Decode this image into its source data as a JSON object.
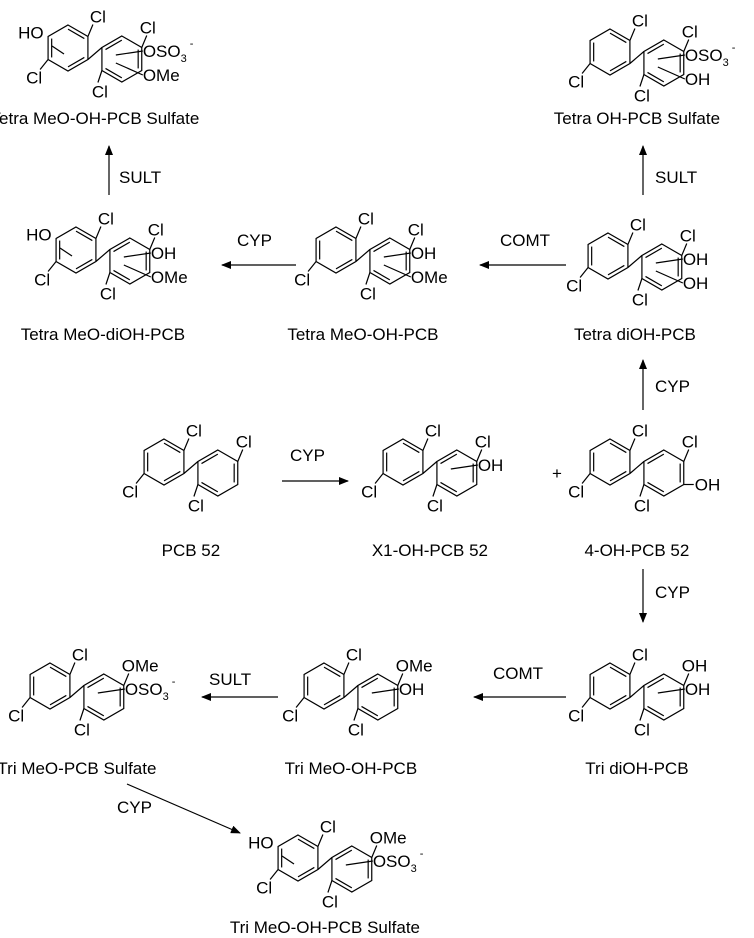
{
  "scheme": {
    "compounds": [
      {
        "id": "tetra-meo-oh-pcb-sulfate",
        "name": "Tetra MeO-OH-PCB Sulfate",
        "left": [
          "HO",
          "Cl"
        ],
        "top": [
          "Cl",
          "Cl"
        ],
        "right": [
          "OSO3-",
          "OMe"
        ],
        "bottom": [
          "Cl"
        ]
      },
      {
        "id": "tetra-oh-pcb-sulfate",
        "name": "Tetra OH-PCB Sulfate",
        "left": [
          "Cl"
        ],
        "top": [
          "Cl",
          "Cl"
        ],
        "right": [
          "OSO3-",
          "OH"
        ],
        "bottom": [
          "Cl"
        ]
      },
      {
        "id": "tetra-meo-dioh-pcb",
        "name": "Tetra MeO-diOH-PCB",
        "left": [
          "HO",
          "Cl"
        ],
        "top": [
          "Cl",
          "Cl"
        ],
        "right": [
          "OH",
          "OMe"
        ],
        "bottom": [
          "Cl"
        ]
      },
      {
        "id": "tetra-meo-oh-pcb",
        "name": "Tetra MeO-OH-PCB",
        "left": [
          "Cl"
        ],
        "top": [
          "Cl",
          "Cl"
        ],
        "right": [
          "OH",
          "OMe"
        ],
        "bottom": [
          "Cl"
        ]
      },
      {
        "id": "tetra-dioh-pcb",
        "name": "Tetra diOH-PCB",
        "left": [
          "Cl"
        ],
        "top": [
          "Cl",
          "Cl"
        ],
        "right": [
          "OH",
          "OH"
        ],
        "bottom": [
          "Cl"
        ]
      },
      {
        "id": "pcb-52",
        "name": "PCB 52",
        "left": [
          "Cl"
        ],
        "top": [
          "Cl",
          "Cl"
        ],
        "right": [],
        "bottom": [
          "Cl"
        ]
      },
      {
        "id": "x1-oh-pcb-52",
        "name": "X1-OH-PCB 52",
        "left": [
          "Cl"
        ],
        "top": [
          "Cl",
          "Cl"
        ],
        "right": [
          "OH"
        ],
        "bottom": [
          "Cl"
        ]
      },
      {
        "id": "4-oh-pcb-52",
        "name": "4-OH-PCB 52",
        "left": [
          "Cl"
        ],
        "top": [
          "Cl",
          "Cl"
        ],
        "right": [
          "OH"
        ],
        "bottom": [
          "Cl"
        ]
      },
      {
        "id": "tri-meo-pcb-sulfate",
        "name": "Tri MeO-PCB Sulfate",
        "left": [
          "Cl"
        ],
        "top": [
          "Cl",
          "OMe"
        ],
        "right": [
          "OSO3-"
        ],
        "bottom": [
          "Cl"
        ]
      },
      {
        "id": "tri-meo-oh-pcb",
        "name": "Tri MeO-OH-PCB",
        "left": [
          "Cl"
        ],
        "top": [
          "Cl",
          "OMe"
        ],
        "right": [
          "OH"
        ],
        "bottom": [
          "Cl"
        ]
      },
      {
        "id": "tri-dioh-pcb",
        "name": "Tri diOH-PCB",
        "left": [
          "Cl"
        ],
        "top": [
          "Cl",
          "OH"
        ],
        "right": [
          "OH"
        ],
        "bottom": [
          "Cl"
        ]
      },
      {
        "id": "tri-meo-oh-pcb-sulfate",
        "name": "Tri MeO-OH-PCB Sulfate",
        "left": [
          "HO",
          "Cl"
        ],
        "top": [
          "Cl",
          "OMe"
        ],
        "right": [
          "OSO3-"
        ],
        "bottom": [
          "Cl"
        ]
      }
    ],
    "reactions": [
      {
        "id": "sult-top-left",
        "label": "SULT"
      },
      {
        "id": "sult-top-right",
        "label": "SULT"
      },
      {
        "id": "cyp-top",
        "label": "CYP"
      },
      {
        "id": "comt-top",
        "label": "COMT"
      },
      {
        "id": "cyp-right-up",
        "label": "CYP"
      },
      {
        "id": "cyp-pcb52",
        "label": "CYP"
      },
      {
        "id": "cyp-right-down",
        "label": "CYP"
      },
      {
        "id": "comt-bottom",
        "label": "COMT"
      },
      {
        "id": "sult-bottom",
        "label": "SULT"
      },
      {
        "id": "cyp-bottom",
        "label": "CYP"
      }
    ],
    "plus": "+",
    "text": {
      "cl": "Cl",
      "ho": "HO",
      "oh": "OH",
      "ome": "OMe",
      "oso": "OSO",
      "sub3": "3",
      "minus": "-"
    }
  }
}
